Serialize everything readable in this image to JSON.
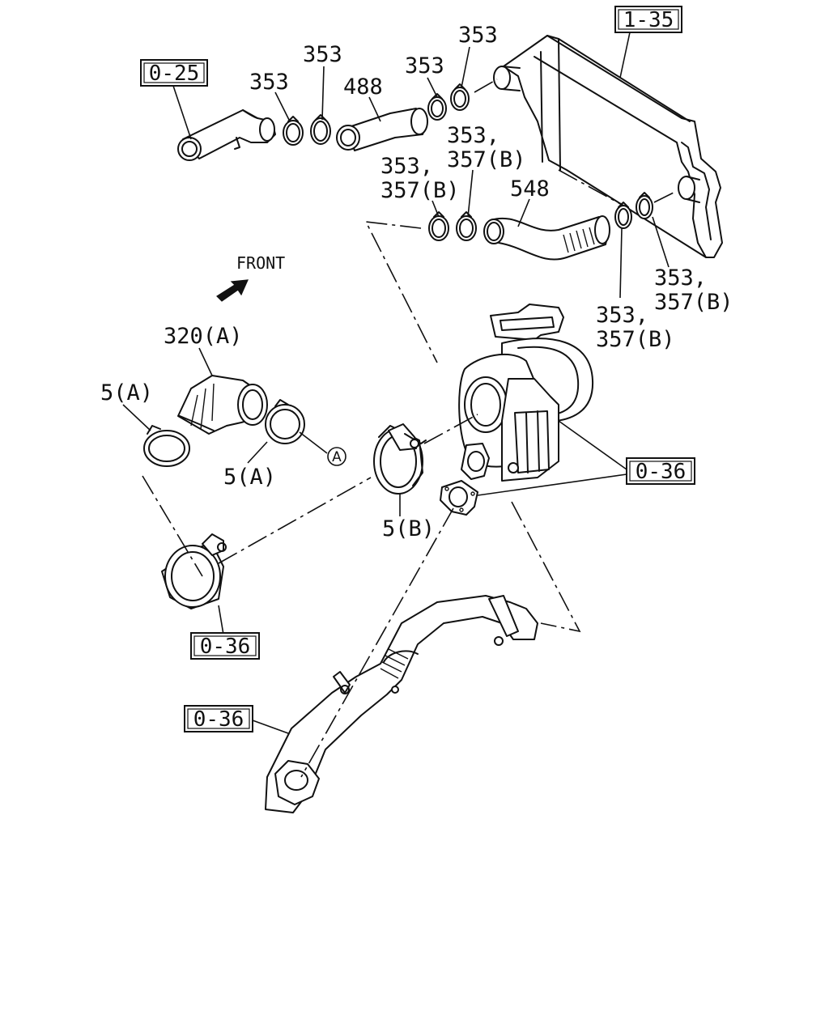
{
  "diagram": {
    "ref_boxes": {
      "r_1_35": "1-35",
      "r_0_25": "0-25",
      "r_0_36_right": "0-36",
      "r_0_36_mid": "0-36",
      "r_0_36_bottom": "0-36"
    },
    "labels": {
      "l353_a": "353",
      "l353_b": "353",
      "l353_c": "353",
      "l353_d": "353",
      "l488": "488",
      "l353_e1": "353,",
      "l357_e2": "357(B)",
      "l353_f1": "353,",
      "l357_f2": "357(B)",
      "l548": "548",
      "l353_g1": "353,",
      "l357_g2": "357(B)",
      "l353_h1": "353,",
      "l357_h2": "357(B)",
      "front": "FRONT",
      "l320a": "320(A)",
      "l5a_top": "5(A)",
      "l5a_mid": "5(A)",
      "l5b": "5(B)",
      "callout_a": "A"
    }
  }
}
